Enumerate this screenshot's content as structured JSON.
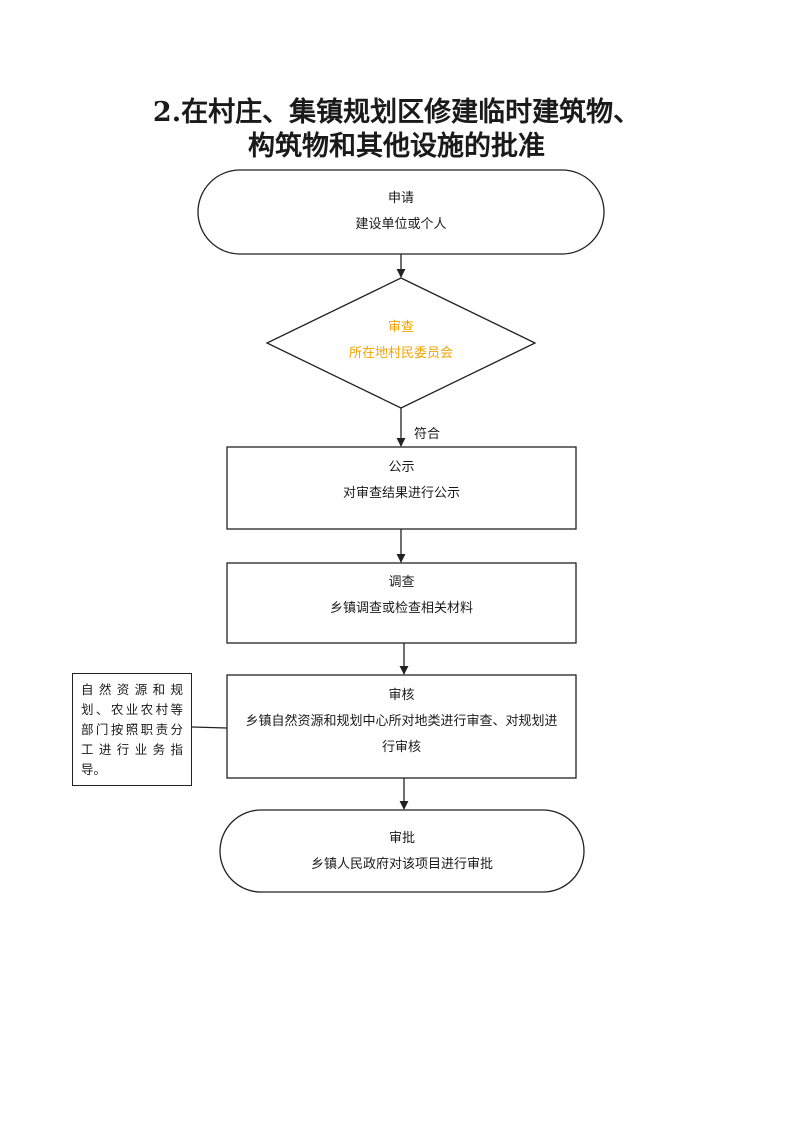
{
  "title": {
    "line1": "2.在村庄、集镇规划区修建临时建筑物、",
    "line2": "构筑物和其他设施的批准"
  },
  "colors": {
    "stroke": "#222222",
    "highlight_text": "#f0a500"
  },
  "nodes": {
    "apply": {
      "title": "申请",
      "desc": "建设单位或个人"
    },
    "review": {
      "title": "审查",
      "desc": "所在地村民委员会"
    },
    "publicity": {
      "title": "公示",
      "desc": "对审查结果进行公示"
    },
    "investigate": {
      "title": "调查",
      "desc": "乡镇调查或检查相关材料"
    },
    "audit": {
      "title": "审核",
      "desc_line1": "乡镇自然资源和规划中心所对地类进行审查、对规划进",
      "desc_line2": "行审核"
    },
    "approve": {
      "title": "审批",
      "desc": "乡镇人民政府对该项目进行审批"
    }
  },
  "edge_labels": {
    "review_to_publicity": "符合"
  },
  "side_note": {
    "lines": [
      "自然资源和规",
      "划、农业农村等",
      "部门按照职责分",
      "工进行业务指",
      "导。"
    ]
  }
}
